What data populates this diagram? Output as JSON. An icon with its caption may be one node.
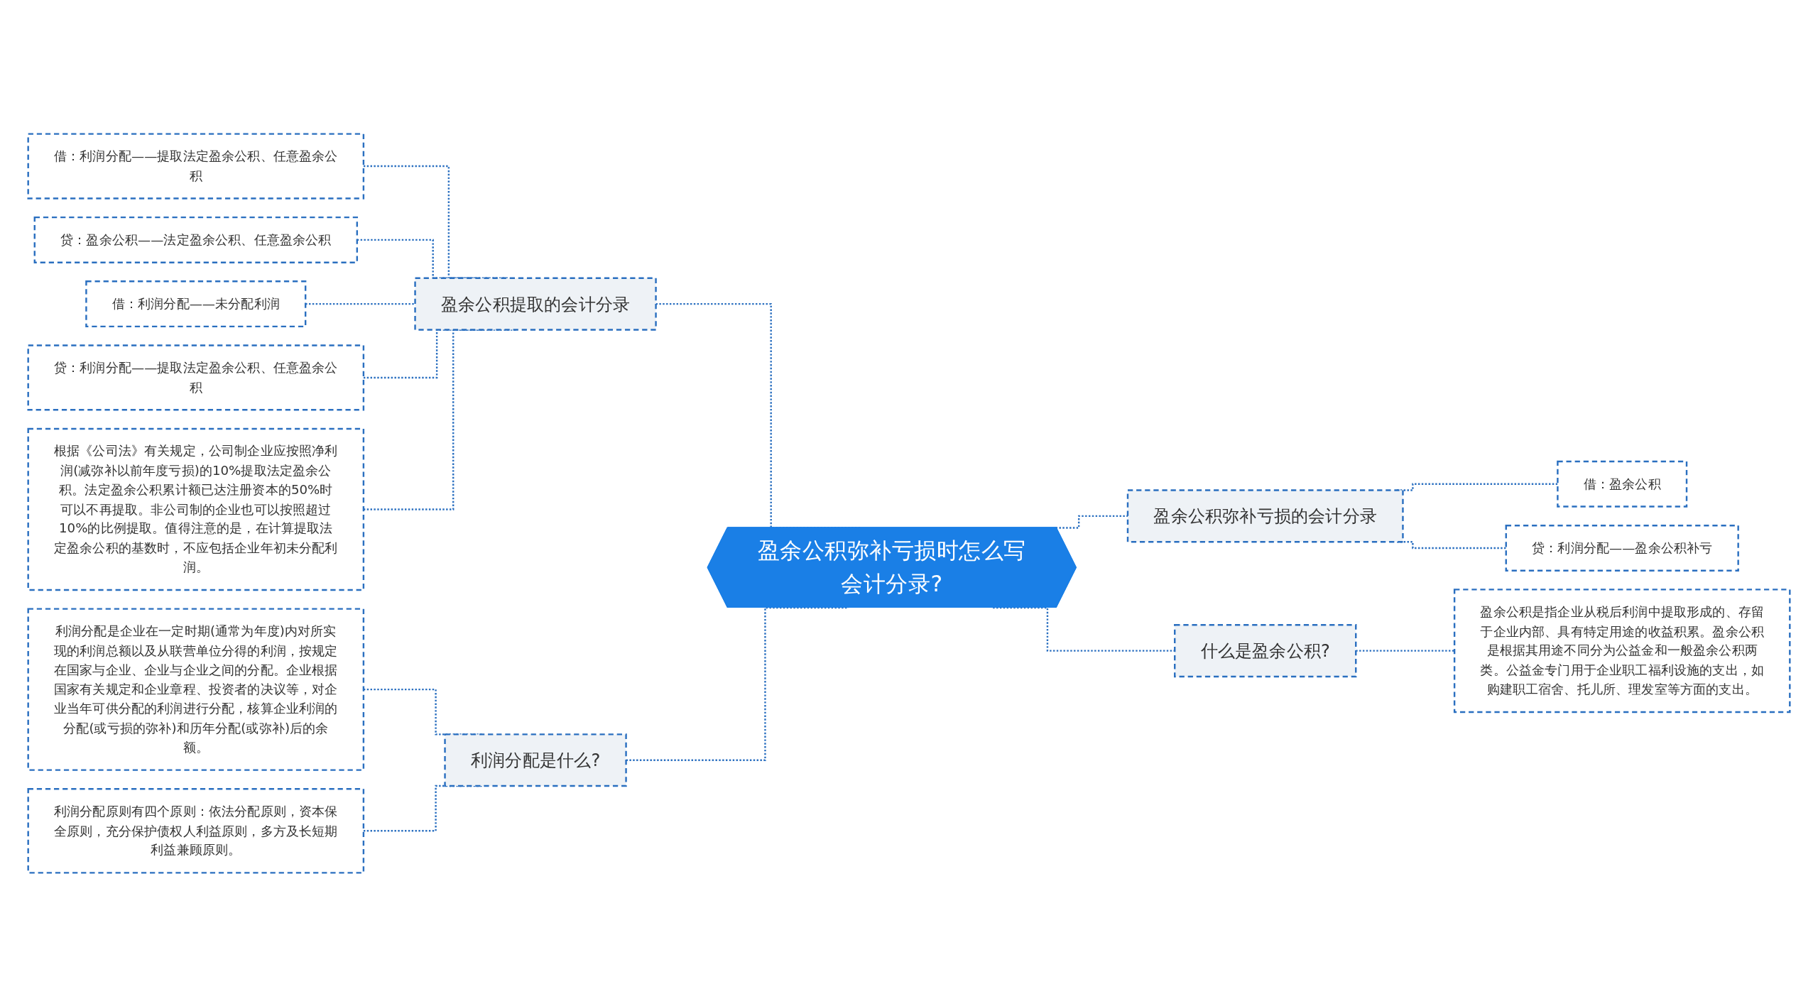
{
  "diagram": {
    "nodes": [
      {
        "text": [
          "盈余公积弥补亏损时怎么写会计分录?"
        ]
      },
      {
        "text": [
          "盈余公积提取的会计分录"
        ]
      },
      {
        "text": [
          "借：利润分配——提取法定盈余公积、任意盈余公积"
        ]
      },
      {
        "text": [
          "贷：盈余公积——法定盈余公积、任意盈余公积"
        ]
      },
      {
        "text": [
          "借：利润分配——未分配利润"
        ]
      },
      {
        "text": [
          "贷：利润分配——提取法定盈余公积、任意盈余公积"
        ]
      },
      {
        "text": [
          "根据《公司法》有关规定，公司制企业应按照净利润(减弥补以前年度亏损)的10%提取法定盈余公积。法定盈余公积累计额已达注册资本的50%时可以不再提取。非公司制的企业也可以按照超过10%的比例提取。值得注意的是，在计算提取法定盈余公积的基数时，不应包括企业年初未分配利润。"
        ]
      },
      {
        "text": [
          "利润分配是什么?"
        ]
      },
      {
        "text": [
          "利润分配是企业在一定时期(通常为年度)内对所实现的利润总额以及从联营单位分得的利润，按规定在国家与企业、企业与企业之间的分配。企业根据国家有关规定和企业章程、投资者的决议等，对企业当年可供分配的利润进行分配，核算企业利润的分配(或亏损的弥补)和历年分配(或弥补)后的余额。"
        ]
      },
      {
        "text": [
          "利润分配原则有四个原则：依法分配原则，资本保全原则，充分保护债权人利益原则，多方及长短期利益兼顾原则。"
        ]
      },
      {
        "text": [
          "盈余公积弥补亏损的会计分录"
        ]
      },
      {
        "text": [
          "借：盈余公积"
        ]
      },
      {
        "text": [
          "贷：利润分配——盈余公积补亏"
        ]
      },
      {
        "text": [
          "什么是盈余公积?"
        ]
      },
      {
        "text": [
          "盈余公积是指企业从税后利润中提取形成的、存留于企业内部、具有特定用途的收益积累。盈余公积是根据其用途不同分为公益金和一般盈余公积两类。公益金专门用于企业职工福利设施的支出，如购建职工宿舍、托儿所、理发室等方面的支出。"
        ]
      }
    ],
    "edges": [
      {
        "from": 1,
        "to": 0,
        "arrow": "none",
        "style": "dashed"
      },
      {
        "from": 2,
        "to": 1,
        "arrow": "none",
        "style": "dashed"
      },
      {
        "from": 3,
        "to": 1,
        "arrow": "none",
        "style": "dashed"
      },
      {
        "from": 4,
        "to": 1,
        "arrow": "none",
        "style": "dashed"
      },
      {
        "from": 5,
        "to": 1,
        "arrow": "none",
        "style": "dashed"
      },
      {
        "from": 6,
        "to": 1,
        "arrow": "none",
        "style": "dashed"
      },
      {
        "from": 7,
        "to": 0,
        "arrow": "none",
        "style": "dashed"
      },
      {
        "from": 8,
        "to": 7,
        "arrow": "none",
        "style": "dashed"
      },
      {
        "from": 9,
        "to": 7,
        "arrow": "none",
        "style": "dashed"
      },
      {
        "from": 0,
        "to": 10,
        "arrow": "none",
        "style": "dashed"
      },
      {
        "from": 10,
        "to": 11,
        "arrow": "none",
        "style": "dashed"
      },
      {
        "from": 10,
        "to": 12,
        "arrow": "none",
        "style": "dashed"
      },
      {
        "from": 0,
        "to": 13,
        "arrow": "none",
        "style": "dashed"
      },
      {
        "from": 13,
        "to": 14,
        "arrow": "none",
        "style": "dashed"
      }
    ]
  }
}
